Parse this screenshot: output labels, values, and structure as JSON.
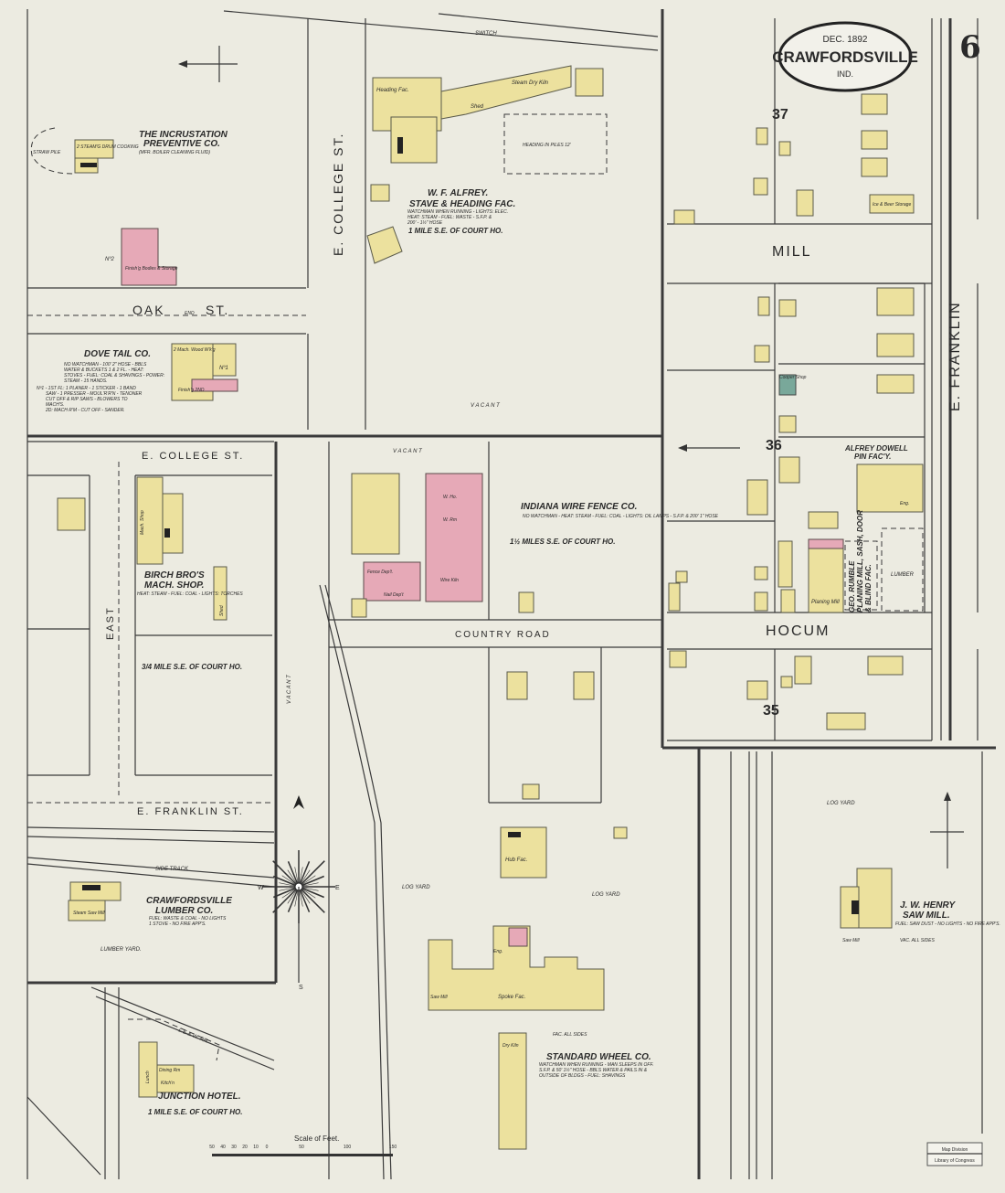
{
  "title": {
    "date": "DEC. 1892",
    "city": "CRAWFORDSVILLE",
    "state": "IND.",
    "sheet": "6"
  },
  "streets": {
    "e_college_vertical": "E. COLLEGE ST.",
    "oak": "OAK",
    "oak_st": "ST.",
    "oak_end": "END",
    "e_college": "E. COLLEGE ST.",
    "east": "EAST",
    "e_franklin_st": "E. FRANKLIN ST.",
    "mill": "MILL",
    "hocum": "HOCUM",
    "e_franklin": "E. FRANKLIN",
    "country_road": "COUNTRY ROAD",
    "switch": "SWITCH",
    "side_track": "SIDE TRACK",
    "lake_erie": "L.E.& W. RR.",
    "vacant_1": "V A C A N T",
    "vacant_2": "V A C A N T",
    "vacant_3": "V A C A N T",
    "log_yard_1": "LOG YARD",
    "log_yard_2": "LOG YARD",
    "log_yard_3": "LOG YARD",
    "lumber_yard": "LUMBER   YARD.",
    "lumber": "LUMBER"
  },
  "blocks": {
    "b37": "37",
    "b36": "36",
    "b35": "35"
  },
  "businesses": {
    "incrustation": {
      "name1": "THE INCRUSTATION",
      "name2": "PREVENTIVE CO.",
      "note": "(MFR. BOILER CLEANING FLUID)",
      "pile": "STRAW PILE",
      "bldg": "2 STEAM'G DRUM COOKING"
    },
    "no2": {
      "label": "Nº2",
      "bldg": "Finish'g Bodies & Storage"
    },
    "dove_tail": {
      "name": "DOVE TAIL CO.",
      "note1": "NO WATCHMAN - 100' 2\" HOSE - BBLS",
      "note2": "WATER & BUCKETS 1 & 2 FL. - HEAT:",
      "note3": "STOVES - FUEL: COAL & SHAVINGS - POWER:",
      "note4": "STEAM - 15 HANDS.",
      "note5": "Nº1 - 1ST FL: 1 PLANER - 1 STICKER - 1 BAND",
      "note6": "SAW - 1 PRESSER - MOUL'R'R'N - TENONER",
      "note7": "CUT OFF & RIP SAWS - BLOWERS TO",
      "note8": "MACH'S.",
      "note9": "2D: MACH R'M - CUT OFF - SANDER.",
      "bldg": "2 Mach. Wood W'k'g",
      "label": "Nº1",
      "finish": "Finish'g 2ND"
    },
    "alfrey_stave": {
      "name1": "W. F. ALFREY.",
      "name2": "STAVE & HEADING FAC.",
      "note1": "WATCHMAN WHEN RUNNING - LIGHTS: ELEC.",
      "note2": "HEAT: STEAM - FUEL: WASTE - S.F.P. &",
      "note3": "200' - 1½\" HOSE",
      "distance": "1 MILE S.E. OF COURT HO.",
      "heading_fac": "Heading Fac.",
      "steam_dry_kiln": "Steam Dry Kiln",
      "shed": "Shed",
      "heading_piles": "HEADING IN PILES 12'"
    },
    "birch": {
      "name1": "BIRCH BRO'S",
      "name2": "MACH. SHOP.",
      "note": "HEAT: STEAM - FUEL: COAL - LIGHTS: TORCHES",
      "bldg": "Mach. Shop",
      "shed": "Shed",
      "distance": "3/4 MILE S.E. OF COURT HO."
    },
    "wire_fence": {
      "name": "INDIANA WIRE FENCE CO.",
      "note": "NO WATCHMAN - HEAT: STEAM - FUEL: COAL - LIGHTS: OIL LAMPS - S.F.P. & 200' 1\" HOSE",
      "distance": "1½ MILES S.E. OF COURT HO.",
      "fence_dept": "Fence Dep't.",
      "nail_dept": "Nail Dep't",
      "wire_rm": "W. Rm",
      "wire_ho": "W. Ho.",
      "wire_kiln": "Wire Kiln"
    },
    "alfrey_dowell": {
      "name1": "ALFREY DOWELL",
      "name2": "PIN FAC'Y.",
      "eng": "Eng."
    },
    "rumble": {
      "name1": "GEO. RUMBLE",
      "name2": "PLANING MILL, SASH, DOOR",
      "name3": "& BLIND FAC.",
      "planing": "Planing Mill",
      "cooper": "Cooper Shop"
    },
    "lumber_co": {
      "name1": "CRAWFORDSVILLE",
      "name2": "LUMBER CO.",
      "note1": "FUEL: WASTE & COAL - NO LIGHTS",
      "note2": "1 STOVE - NO FIRE APP'S.",
      "bldg": "Steam Saw Mill"
    },
    "junction_hotel": {
      "name": "JUNCTION HOTEL.",
      "distance": "1 MILE S.E. OF COURT HO.",
      "dining": "Dining Rm",
      "kitchen": "Kitch'n",
      "lunch": "Lunch"
    },
    "hub_fac": {
      "bldg": "Hub Fac."
    },
    "standard_wheel": {
      "name": "STANDARD WHEEL CO.",
      "note1": "WATCHMAN WHEN RUNNING - MAN SLEEPS IN OFF.",
      "note2": "S.F.P. & 50' 1½\" HOSE - BBLS WATER & PAILS IN &",
      "note3": "OUTSIDE OF BLDGS - FUEL: SHAVINGS",
      "spoke": "Spoke Fac.",
      "saw_mill": "Saw Mill",
      "dry_kiln": "Dry Kiln",
      "fac_all_sides": "FAC. ALL SIDES",
      "eng": "Eng."
    },
    "henry": {
      "name1": "J. W. HENRY",
      "name2": "SAW MILL.",
      "note": "FUEL: SAW DUST - NO LIGHTS - NO FIRE APP'S.",
      "bldg": "Saw Mill",
      "vac": "VAC. ALL SIDES"
    },
    "ice_beer": {
      "bldg": "Ice & Beer Storage"
    }
  },
  "compass": {
    "w": "W",
    "e": "E",
    "s": "S"
  },
  "scale": {
    "title": "Scale of Feet.",
    "ticks": [
      "50",
      "40",
      "30",
      "20",
      "10",
      "0",
      "50",
      "100",
      "150"
    ]
  },
  "stamp": {
    "line1": "Map Division",
    "line2": "Library of Congress"
  },
  "colors": {
    "paper": "#ecebe1",
    "frame": "#ece19e",
    "brick": "#e6a9b7",
    "stone": "#79a89a"
  }
}
